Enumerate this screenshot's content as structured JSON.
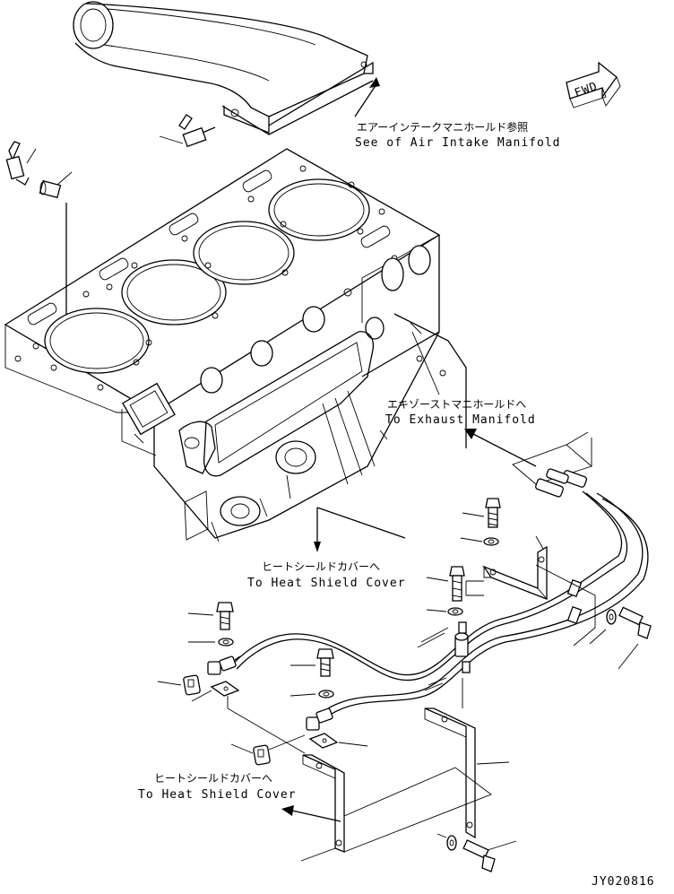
{
  "callouts": {
    "air_intake": {
      "jp": "エアーインテークマニホールド参照",
      "en": "See of Air Intake Manifold"
    },
    "exhaust": {
      "jp": "エキゾーストマニホールドへ",
      "en": "To Exhaust Manifold"
    },
    "heat_shield_upper": {
      "jp": "ヒートシールドカバーへ",
      "en": "To Heat Shield Cover"
    },
    "heat_shield_lower": {
      "jp": "ヒートシールドカバーへ",
      "en": "To Heat Shield Cover"
    }
  },
  "fwd_label": "FWD",
  "drawing_id": "JY020816",
  "icons": [
    "fwd-arrow-icon"
  ]
}
